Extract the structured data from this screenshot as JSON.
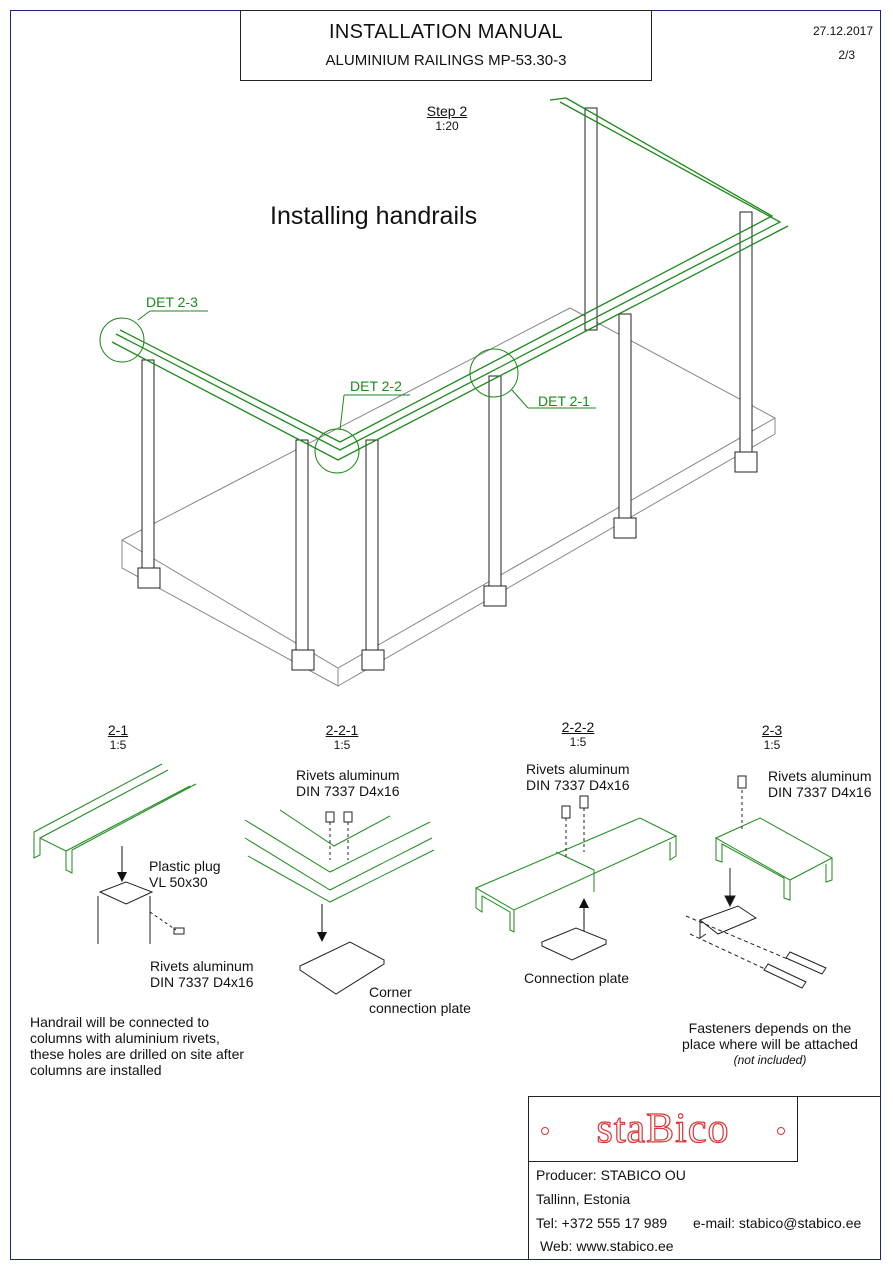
{
  "header": {
    "title": "INSTALLATION MANUAL",
    "subtitle": "ALUMINIUM RAILINGS MP-53.30-3",
    "date": "27.12.2017",
    "page": "2/3"
  },
  "step": {
    "label": "Step 2",
    "scale": "1:20",
    "heading": "Installing handrails"
  },
  "callouts": {
    "det23": "DET 2-3",
    "det22": "DET 2-2",
    "det21": "DET 2-1"
  },
  "details": {
    "d21": {
      "label": "2-1",
      "scale": "1:5",
      "plug": "Plastic plug",
      "plug_code": "VL 50x30",
      "rivets": "Rivets aluminum",
      "rivets_code": "DIN 7337 D4x16"
    },
    "d221": {
      "label": "2-2-1",
      "scale": "1:5",
      "rivets": "Rivets aluminum",
      "rivets_code": "DIN 7337 D4x16",
      "plate1": "Corner",
      "plate2": "connection plate"
    },
    "d222": {
      "label": "2-2-2",
      "scale": "1:5",
      "rivets": "Rivets aluminum",
      "rivets_code": "DIN 7337 D4x16",
      "plate": "Connection plate"
    },
    "d23": {
      "label": "2-3",
      "scale": "1:5",
      "rivets": "Rivets aluminum",
      "rivets_code": "DIN 7337 D4x16",
      "note1": "Fasteners depends on the",
      "note2": "place where will be attached",
      "note3": "(not included)"
    }
  },
  "note": {
    "line1": "Handrail will be connected to",
    "line2": "columns  with aluminium rivets,",
    "line3": "these holes are drilled on site after",
    "line4": "columns are installed"
  },
  "producer": {
    "logo": "staBico",
    "name": "Producer: STABICO OU",
    "city": "Tallinn, Estonia",
    "tel": "Tel: +372 555 17 989",
    "email": "e-mail: stabico@stabico.ee",
    "web": "Web: www.stabico.ee"
  },
  "colors": {
    "rail": "#1b8a1b",
    "logo": "#dd3333",
    "frame": "#1a237e"
  }
}
